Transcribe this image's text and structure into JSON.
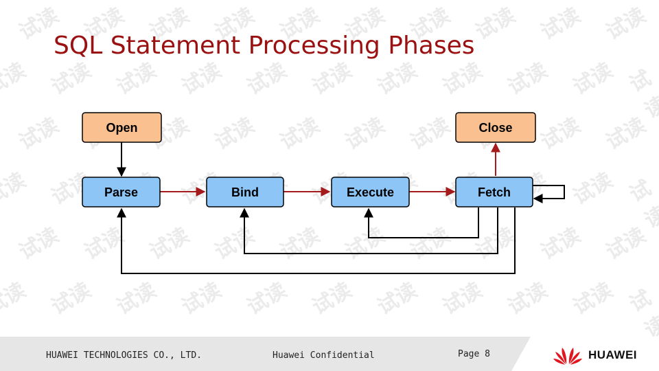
{
  "slide": {
    "title": "SQL Statement Processing Phases",
    "watermark": "试读"
  },
  "diagram": {
    "nodes": [
      {
        "id": "open",
        "label": "Open",
        "fill": "#fac090"
      },
      {
        "id": "parse",
        "label": "Parse",
        "fill": "#8ec5f7"
      },
      {
        "id": "bind",
        "label": "Bind",
        "fill": "#8ec5f7"
      },
      {
        "id": "execute",
        "label": "Execute",
        "fill": "#8ec5f7"
      },
      {
        "id": "fetch",
        "label": "Fetch",
        "fill": "#8ec5f7"
      },
      {
        "id": "close",
        "label": "Close",
        "fill": "#fac090"
      }
    ],
    "colors": {
      "forward_arrow": "#a51b1b",
      "loop_arrow": "#000000",
      "node_border": "#000000"
    }
  },
  "footer": {
    "company": "HUAWEI TECHNOLOGIES CO., LTD.",
    "confidential": "Huawei Confidential",
    "page": "Page 8",
    "brand": "HUAWEI",
    "logo_color": "#e0171f"
  }
}
